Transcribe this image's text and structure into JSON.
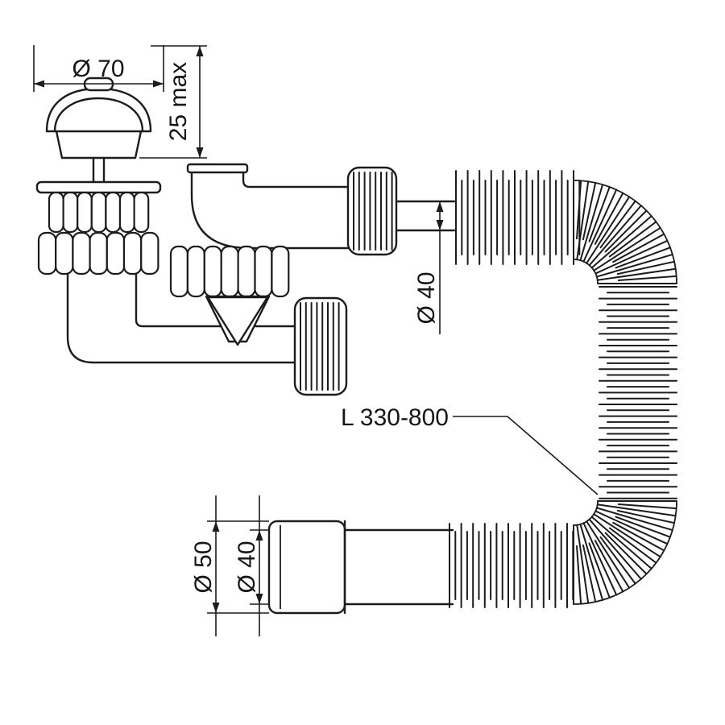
{
  "drawing": {
    "background": "#ffffff",
    "line_color": "#1c1c1c",
    "labels": {
      "plug_diameter": "Ø 70",
      "plug_height": "25 max",
      "inlet_pipe_diameter": "Ø 40",
      "hose_length_range": "L 330-800",
      "outlet_socket_diameter": "Ø 50",
      "outlet_pipe_diameter": "Ø 40"
    }
  }
}
